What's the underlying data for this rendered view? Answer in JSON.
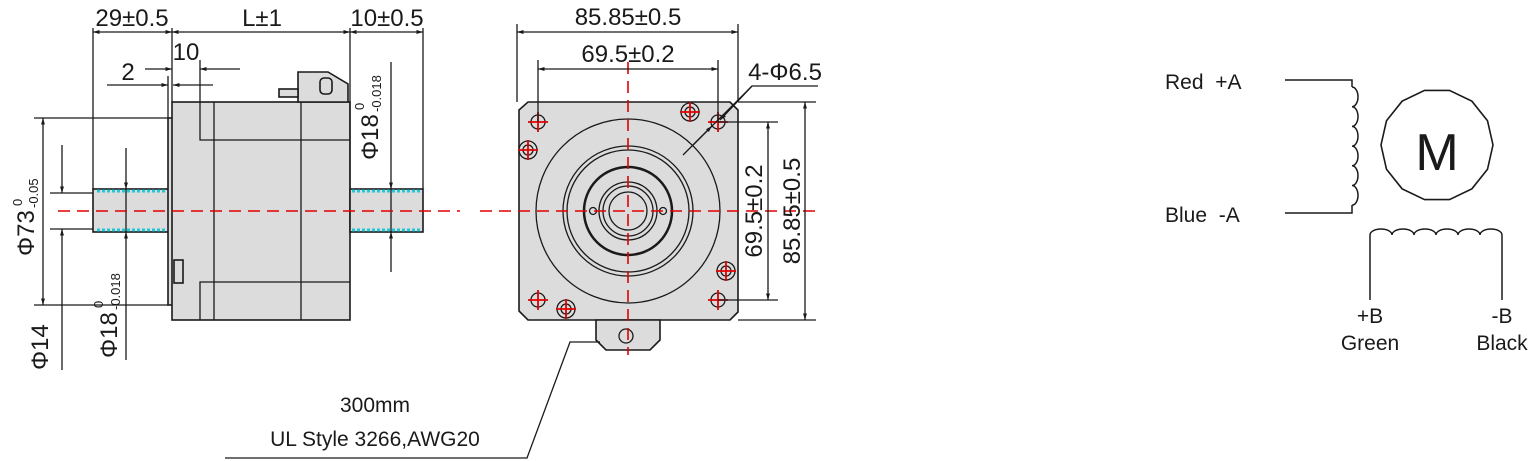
{
  "side_view": {
    "dim_front_shaft": "29±0.5",
    "dim_body_length": "L±1",
    "dim_rear_shaft": "10±0.5",
    "dim_boss": "10",
    "dim_flange": "2",
    "dim_pilot": "Φ73",
    "dim_pilot_tol_upper": "0",
    "dim_pilot_tol_lower": "-0.05",
    "dim_shaft_front": "Φ18",
    "dim_shaft_rear": "Φ18",
    "dim_shaft_tol_upper": "0",
    "dim_shaft_tol_lower": "-0.018",
    "dim_flat": "Φ14"
  },
  "front_view": {
    "dim_width": "85.85±0.5",
    "dim_hole_spacing": "69.5±0.2",
    "dim_holes": "4-Φ6.5",
    "dim_height": "85.85±0.5",
    "dim_hole_spacing_v": "69.5±0.2"
  },
  "cable": {
    "length": "300mm",
    "spec": "UL Style 3266,AWG20"
  },
  "wiring": {
    "motor_symbol": "M",
    "phase_a_plus": "Red  +A",
    "phase_a_minus": "Blue  -A",
    "phase_b_plus": "+B",
    "phase_b_plus_color": "Green",
    "phase_b_minus": "-B",
    "phase_b_minus_color": "Black"
  },
  "colors": {
    "centerline": "#e00000",
    "thread": "#22c8d8",
    "body": "#dcdcdc"
  }
}
